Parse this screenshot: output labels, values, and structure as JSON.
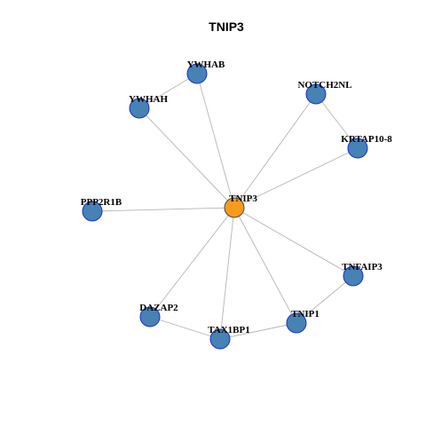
{
  "title": "TNIP3",
  "colors": {
    "hub_fill": "#f59b1e",
    "node_fill": "#4682b4",
    "hub_stroke": "#4a4a4a",
    "node_stroke": "#1c2fd0",
    "edge": "#b5b5b5"
  },
  "nodes": [
    {
      "id": "TNIP3",
      "label": "TNIP3",
      "hub": true
    },
    {
      "id": "YWHAB",
      "label": "YWHAB"
    },
    {
      "id": "YWHAH",
      "label": "YWHAH"
    },
    {
      "id": "NOTCH2NL",
      "label": "NOTCH2NL"
    },
    {
      "id": "KRTAP10-8",
      "label": "KRTAP10-8"
    },
    {
      "id": "PPP2R1B",
      "label": "PPP2R1B"
    },
    {
      "id": "TNFAIP3",
      "label": "TNFAIP3"
    },
    {
      "id": "DAZAP2",
      "label": "DAZAP2"
    },
    {
      "id": "TAX1BP1",
      "label": "TAX1BP1"
    },
    {
      "id": "TNIP1",
      "label": "TNIP1"
    }
  ],
  "edges": [
    [
      "TNIP3",
      "YWHAB"
    ],
    [
      "TNIP3",
      "YWHAH"
    ],
    [
      "TNIP3",
      "NOTCH2NL"
    ],
    [
      "TNIP3",
      "KRTAP10-8"
    ],
    [
      "TNIP3",
      "PPP2R1B"
    ],
    [
      "TNIP3",
      "TNFAIP3"
    ],
    [
      "TNIP3",
      "DAZAP2"
    ],
    [
      "TNIP3",
      "TAX1BP1"
    ],
    [
      "TNIP3",
      "TNIP1"
    ],
    [
      "YWHAB",
      "YWHAH"
    ],
    [
      "NOTCH2NL",
      "KRTAP10-8"
    ],
    [
      "DAZAP2",
      "TAX1BP1"
    ],
    [
      "TAX1BP1",
      "TNIP1"
    ],
    [
      "TNIP1",
      "TNFAIP3"
    ]
  ]
}
